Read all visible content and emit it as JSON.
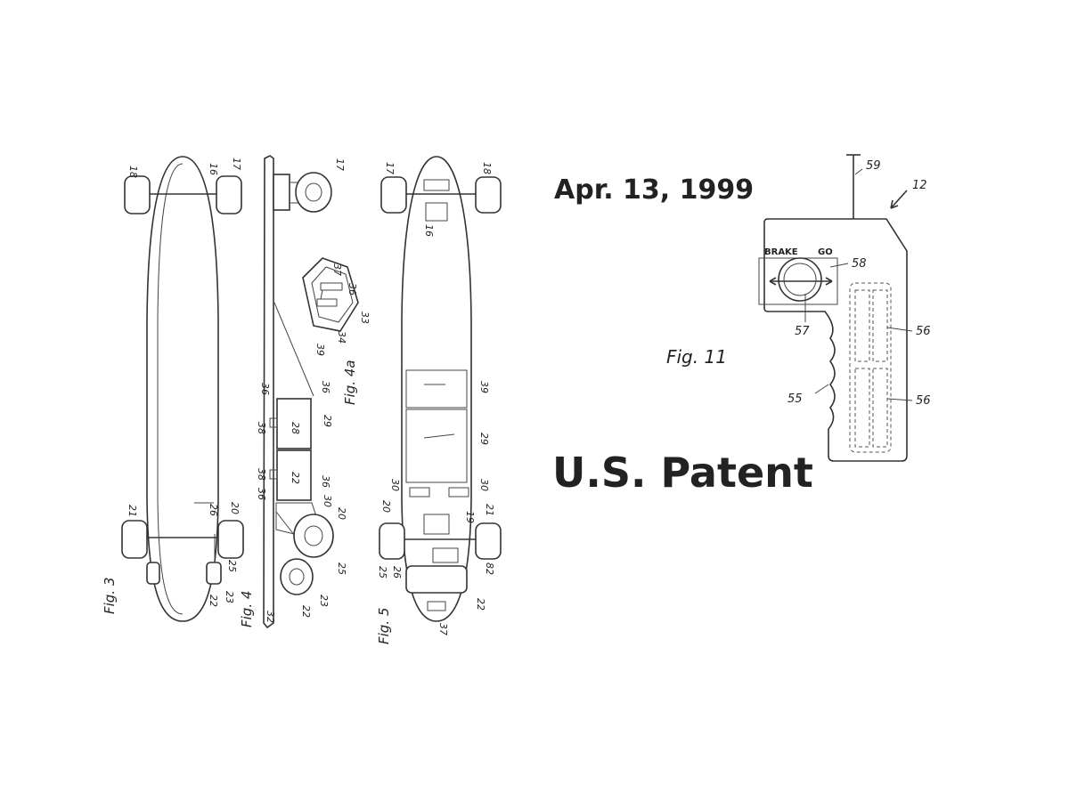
{
  "header": {
    "date": "Apr. 13, 1999",
    "patent_label": "U.S. Patent"
  },
  "figures": {
    "fig3": "Fig. 3",
    "fig4": "Fig. 4",
    "fig4a": "Fig. 4a",
    "fig5": "Fig. 5",
    "fig11": "Fig. 11"
  },
  "remote": {
    "brake_label": "BRAKE",
    "go_label": "GO"
  },
  "reference_numerals": {
    "fig3": [
      "18",
      "16",
      "17",
      "21",
      "26",
      "20",
      "25",
      "22",
      "23"
    ],
    "fig4": [
      "17",
      "39",
      "36",
      "36",
      "38",
      "28",
      "29",
      "38",
      "22",
      "36",
      "36",
      "30",
      "20",
      "25",
      "32",
      "22",
      "23"
    ],
    "fig4a": [
      "37",
      "36",
      "34",
      "33"
    ],
    "fig5": [
      "17",
      "18",
      "16",
      "39",
      "29",
      "30",
      "30",
      "20",
      "19",
      "21",
      "25",
      "26",
      "82",
      "22",
      "37"
    ],
    "fig11": [
      "59",
      "12",
      "58",
      "57",
      "56",
      "56",
      "55"
    ]
  }
}
